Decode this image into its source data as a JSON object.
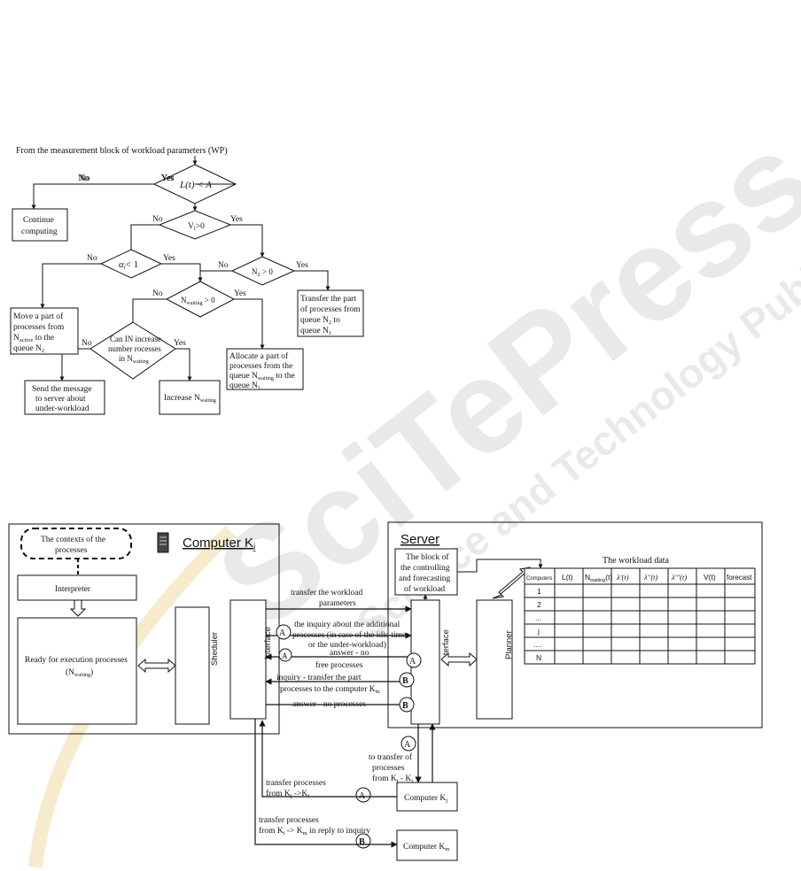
{
  "watermark": {
    "big": "SciTePress",
    "small": "Science and Technology Publications"
  },
  "flowchart": {
    "source_label": "From the measurement block of workload parameters  (WP)",
    "d1": "L(t) < A",
    "d1_l": "i",
    "d2": "V",
    "d2_sub": "i",
    "d2_rest": ">0",
    "d3": "α",
    "d3_sub": "i",
    "d3_rest": "< 1",
    "d4": "N",
    "d4_sub": "2",
    "d4_rest": " > 0",
    "d5": "N",
    "d5_sub": "waiting",
    "d5_rest": " > 0",
    "d6_l1": "Can IN increase",
    "d6_l2": "number rocesses",
    "d6_l3": "in N",
    "d6_sub": "waiting",
    "no": "No",
    "yes": "Yes",
    "box_continue_l1": "Continue",
    "box_continue_l2": "computing",
    "box_move_l1": "Move a part of",
    "box_move_l2": "processes from",
    "box_move_l3": "N",
    "box_move_l3_sub": "active",
    "box_move_l3_rest": " to the",
    "box_move_l4": "queue N",
    "box_move_l4_sub": "2",
    "box_transfer_l1": "Transfer the part",
    "box_transfer_l2": "of processes from",
    "box_transfer_l3": "queue N",
    "box_transfer_l3_sub": "2",
    "box_transfer_l3_rest": " to",
    "box_transfer_l4": "queue N",
    "box_transfer_l4_sub": "1",
    "box_allocate_l1": "Allocate a part of",
    "box_allocate_l2": "processes from the",
    "box_allocate_l3": "queue N",
    "box_allocate_l3_sub": "waiting",
    "box_allocate_l3_rest": " to the",
    "box_allocate_l4": "queue N",
    "box_allocate_l4_sub": "1",
    "box_send_l1": "Send the message",
    "box_send_l2": "to server about",
    "box_send_l3": "under-workload",
    "box_increase": "Increase N",
    "box_increase_sub": "waiting"
  },
  "system": {
    "computer_title": "Computer K",
    "computer_title_sub": "i",
    "contexts_l1": "The contexts of the",
    "contexts_l2": "processes",
    "interpreter": "Interpreter",
    "ready_l1": "Ready for execution processes",
    "ready_l2": "(N",
    "ready_l2_sub": "waiting",
    "ready_l2_end": ")",
    "sheduler": "Sheduler",
    "interface": "Interface",
    "server_title": "Server",
    "block_l1": "The block of",
    "block_l2": "the controlling",
    "block_l3": "and forecasting",
    "block_l4": "of workload",
    "planner": "Planner",
    "workload_title": "The workload data",
    "table_headers": [
      "Computers",
      "L(t)",
      "N(t)",
      "λ'(t)",
      "λ''(t)",
      "λ'''(t)",
      "V(t)",
      "forecast"
    ],
    "table_n_sub": "waiting",
    "table_rows": [
      "1",
      "2",
      "...",
      "j",
      "....",
      "N"
    ],
    "msg_wp_l1": "transfer the workload",
    "msg_wp_l2": "parameters",
    "msg_inq_l1": "the inquiry about the additional",
    "msg_inq_l2": "processes (in case of the idle time",
    "msg_inq_l3": "or the under-workload)",
    "msg_ans_l1": "answer - no",
    "msg_ans_l2": "free processes",
    "msg_inqB_l1": "inquiry - transfer the part",
    "msg_inqB_l2": "processes to the computer K",
    "msg_inqB_sub": "m",
    "msg_ansB": "answer - no processes",
    "msg_tot_l1": "to transfer of",
    "msg_tot_l2": "processes",
    "msg_tot_l3": "from K",
    "msg_tot_l3_sub1": "j",
    "msg_tot_l3_mid": " - K",
    "msg_tot_l3_sub2": "i",
    "msg_tp_l1": "transfer processes",
    "msg_tp_l2": "from K",
    "msg_tp_l2_sub1": "j",
    "msg_tp_l2_mid": " ->K",
    "msg_tp_l2_sub2": "i",
    "msg_tpB_l1": "transfer processes",
    "msg_tpB_l2": "from K",
    "msg_tpB_l2_sub1": "i",
    "msg_tpB_l2_mid": " -> K",
    "msg_tpB_l2_sub2": "m",
    "msg_tpB_l2_rest": " in reply to inquiry",
    "computer_kj": "Computer K",
    "computer_kj_sub": "j",
    "computer_km": "Computer K",
    "computer_km_sub": "m",
    "marker_a": "A",
    "marker_b": "B"
  }
}
